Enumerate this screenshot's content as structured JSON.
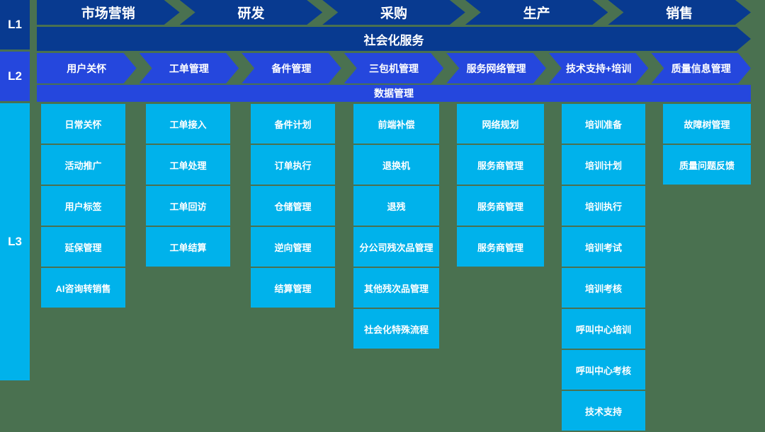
{
  "levels": {
    "l1_label": "L1",
    "l2_label": "L2",
    "l3_label": "L3"
  },
  "l1": {
    "stages": [
      "市场营销",
      "研发",
      "采购",
      "生产",
      "销售"
    ],
    "bar": "社会化服务"
  },
  "l2": {
    "stages": [
      "用户关怀",
      "工单管理",
      "备件管理",
      "三包机管理",
      "服务网络管理",
      "技术支持+培训",
      "质量信息管理"
    ],
    "bar": "数据管理"
  },
  "l3": {
    "columns": [
      {
        "name": "user-care",
        "items": [
          "日常关怀",
          "活动推广",
          "用户标签",
          "延保管理",
          "AI咨询转销售"
        ]
      },
      {
        "name": "work-order",
        "items": [
          "工单接入",
          "工单处理",
          "工单回访",
          "工单结算"
        ]
      },
      {
        "name": "spare-parts",
        "items": [
          "备件计划",
          "订单执行",
          "仓储管理",
          "逆向管理",
          "结算管理"
        ]
      },
      {
        "name": "three-guarantees",
        "items": [
          "前端补偿",
          "退换机",
          "退残",
          "分公司残次品管理",
          "其他残次品管理",
          "社会化特殊流程"
        ]
      },
      {
        "name": "service-network",
        "items": [
          "网络规划",
          "服务商管理",
          "服务商管理",
          "服务商管理"
        ]
      },
      {
        "name": "tech-support-training",
        "items": [
          "培训准备",
          "培训计划",
          "培训执行",
          "培训考试",
          "培训考核",
          "呼叫中心培训",
          "呼叫中心考核",
          "技术支持"
        ]
      },
      {
        "name": "quality-info",
        "items": [
          "故障树管理",
          "质量问题反馈"
        ]
      }
    ]
  },
  "colors": {
    "background": "#4a7150",
    "l1": "#083a90",
    "l2": "#2547dd",
    "l3": "#00b2eb",
    "text": "#ffffff"
  }
}
